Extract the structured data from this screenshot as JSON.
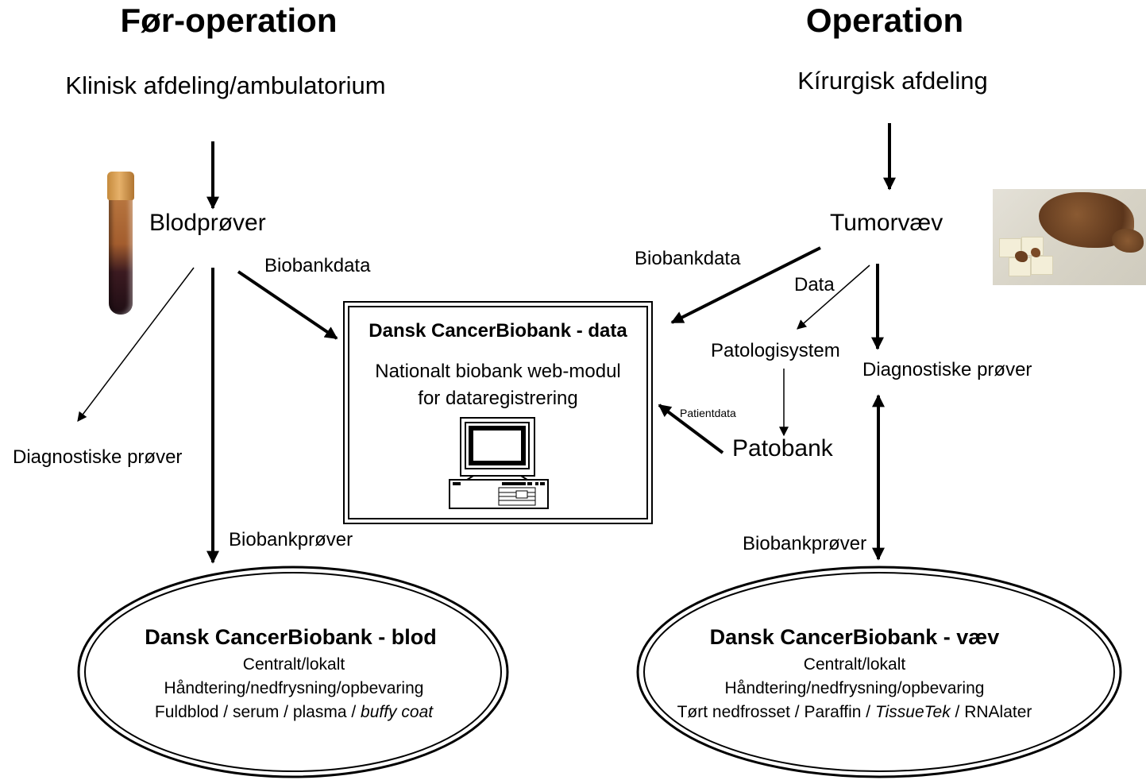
{
  "left_column": {
    "heading": "Før-operation",
    "department": "Klinisk afdeling/ambulatorium",
    "source_node": "Blodprøver",
    "edge_biobankdata": "Biobankdata",
    "diagnostic_samples": "Diagnostiske prøver",
    "edge_biobankprover": "Biobankprøver"
  },
  "right_column": {
    "heading": "Operation",
    "department": "Kírurgisk afdeling",
    "source_node": "Tumorvæv",
    "edge_biobankdata": "Biobankdata",
    "edge_data": "Data",
    "pathology_system": "Patologisystem",
    "diagnostic_samples": "Diagnostiske prøver",
    "patobank": "Patobank",
    "edge_patientdata": "Patientdata",
    "edge_biobankprover": "Biobankprøver"
  },
  "data_box": {
    "title": "Dansk CancerBiobank - data",
    "line1": "Nationalt biobank web-modul",
    "line2": "for dataregistrering",
    "icon": "desktop-computer-icon"
  },
  "blood_biobank": {
    "title": "Dansk CancerBiobank - blod",
    "line1": "Centralt/lokalt",
    "line2": "Håndtering/nedfrysning/opbevaring",
    "line3_plain": "Fuldblod / serum / plasma / ",
    "line3_italic": "buffy coat"
  },
  "tissue_biobank": {
    "title": "Dansk CancerBiobank - væv",
    "line1": "Centralt/lokalt",
    "line2": "Håndtering/nedfrysning/opbevaring",
    "line3_a": "Tørt nedfrosset / Paraffin / ",
    "line3_italic": "TissueTek",
    "line3_b": " / RNAlater"
  },
  "images": {
    "blood_tube": "blood-sample-tube-photo",
    "tissue": "tumor-tissue-photo"
  },
  "colors": {
    "ink": "#000000",
    "background": "#ffffff"
  }
}
